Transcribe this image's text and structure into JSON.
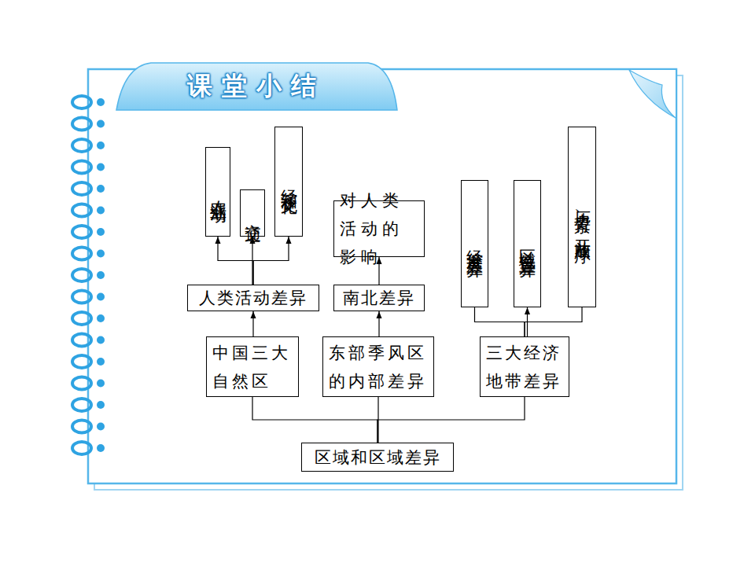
{
  "diagram": {
    "title": "课堂小结",
    "nodes": [
      {
        "text": [
          "农业活动"
        ]
      },
      {
        "text": [
          "交通"
        ]
      },
      {
        "text": [
          "经济和文化"
        ]
      },
      {
        "text": [
          "对人类活动的影响"
        ]
      },
      {
        "text": [
          "经济发展差异"
        ]
      },
      {
        "text": [
          "区域位置差异"
        ]
      },
      {
        "text": [
          "历史背景、开放顺序"
        ]
      },
      {
        "text": [
          "人类活动差异"
        ]
      },
      {
        "text": [
          "南北差异"
        ]
      },
      {
        "text": [
          "中国三大自然区"
        ]
      },
      {
        "text": [
          "东部季风区的内部差异"
        ]
      },
      {
        "text": [
          "三大经济地带差异"
        ]
      },
      {
        "text": [
          "区域和区域差异"
        ]
      }
    ],
    "edges": [
      {
        "from": 12,
        "to": 9,
        "arrow": "none"
      },
      {
        "from": 12,
        "to": 10,
        "arrow": "none"
      },
      {
        "from": 12,
        "to": 11,
        "arrow": "none"
      },
      {
        "from": 9,
        "to": 7,
        "arrow": "to"
      },
      {
        "from": 10,
        "to": 8,
        "arrow": "to"
      },
      {
        "from": 11,
        "to": 4,
        "arrow": "none"
      },
      {
        "from": 11,
        "to": 5,
        "arrow": "to"
      },
      {
        "from": 11,
        "to": 6,
        "arrow": "none"
      },
      {
        "from": 7,
        "to": 0,
        "arrow": "to"
      },
      {
        "from": 7,
        "to": 1,
        "arrow": "to"
      },
      {
        "from": 7,
        "to": 2,
        "arrow": "to"
      },
      {
        "from": 8,
        "to": 3,
        "arrow": "to"
      }
    ]
  }
}
